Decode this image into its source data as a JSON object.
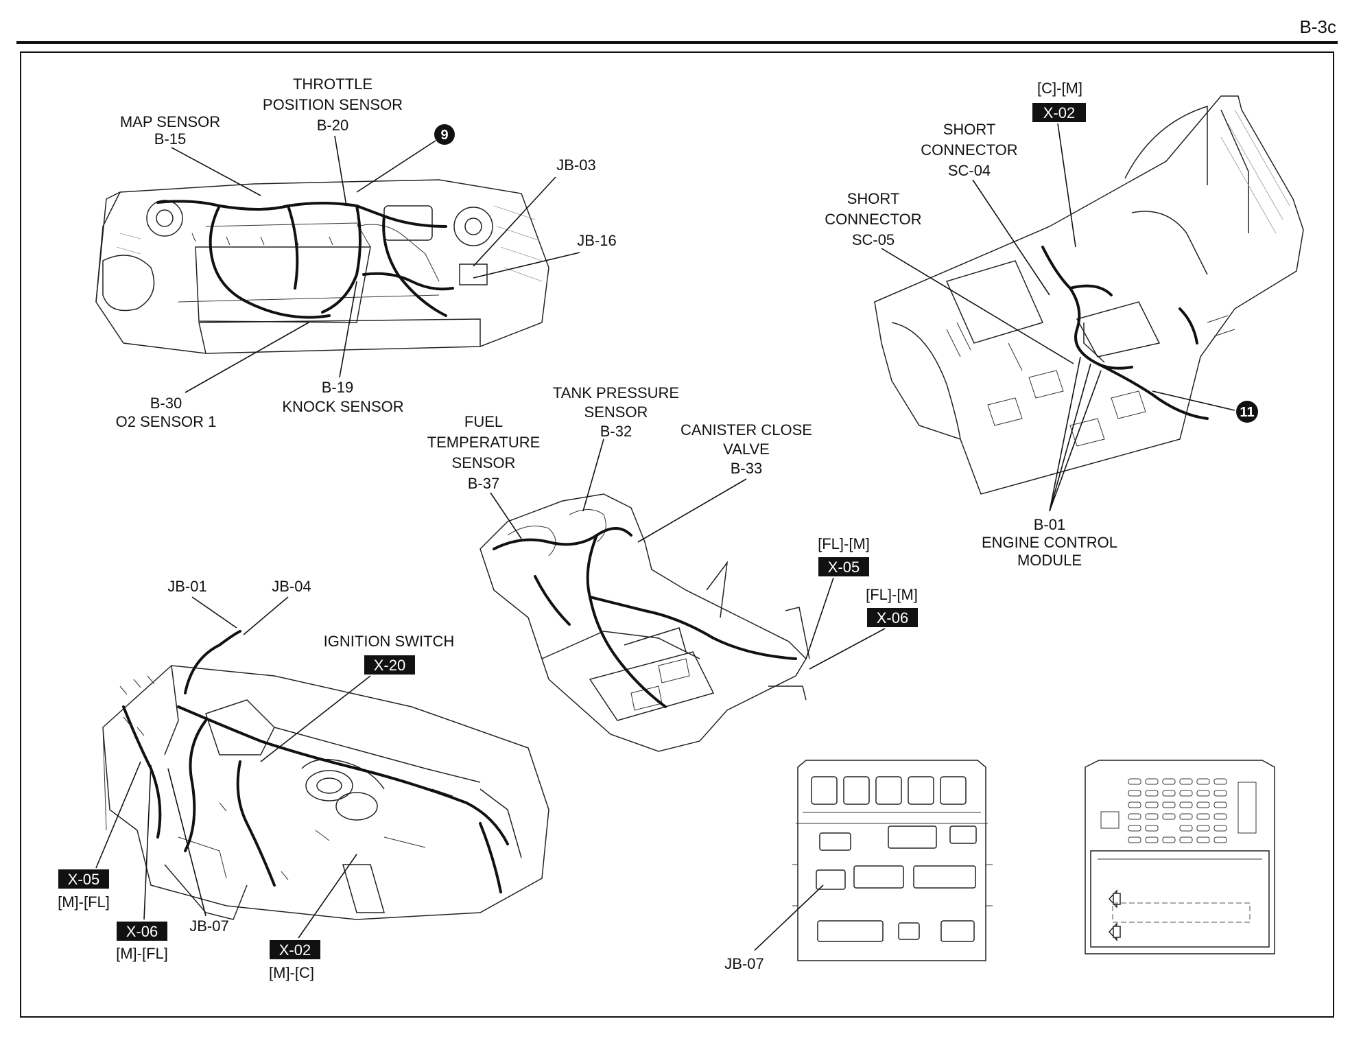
{
  "page": {
    "number": "B-3c"
  },
  "engine_bay": {
    "labels": [
      {
        "text": "THROTTLE"
      },
      {
        "text": "POSITION SENSOR"
      },
      {
        "text": "B-20"
      },
      {
        "text": "MAP SENSOR"
      },
      {
        "text": "B-15"
      },
      {
        "text": "JB-03"
      },
      {
        "text": "JB-16"
      },
      {
        "text": "B-19"
      },
      {
        "text": "KNOCK SENSOR"
      },
      {
        "text": "B-30"
      },
      {
        "text": "O2 SENSOR 1"
      }
    ],
    "ground_marker": "9"
  },
  "ecm_area": {
    "labels": [
      {
        "text": "[C]-[M]"
      },
      {
        "text": "SHORT"
      },
      {
        "text": "CONNECTOR"
      },
      {
        "text": "SC-04"
      },
      {
        "text": "SHORT"
      },
      {
        "text": "CONNECTOR"
      },
      {
        "text": "SC-05"
      },
      {
        "text": "B-01"
      },
      {
        "text": "ENGINE CONTROL"
      },
      {
        "text": "MODULE"
      }
    ],
    "connector_box": "X-02",
    "ground_marker": "11"
  },
  "floor_harness": {
    "labels": [
      {
        "text": "TANK PRESSURE"
      },
      {
        "text": "SENSOR"
      },
      {
        "text": "B-32"
      },
      {
        "text": "FUEL"
      },
      {
        "text": "TEMPERATURE"
      },
      {
        "text": "SENSOR"
      },
      {
        "text": "B-37"
      },
      {
        "text": "CANISTER CLOSE"
      },
      {
        "text": "VALVE"
      },
      {
        "text": "B-33"
      },
      {
        "text": "[FL]-[M]"
      },
      {
        "text": "[FL]-[M]"
      }
    ],
    "connector_boxes": [
      "X-05",
      "X-06"
    ]
  },
  "dashboard": {
    "labels": [
      {
        "text": "JB-01"
      },
      {
        "text": "JB-04"
      },
      {
        "text": "IGNITION SWITCH"
      },
      {
        "text": "[M]-[FL]"
      },
      {
        "text": "[M]-[FL]"
      },
      {
        "text": "JB-07"
      },
      {
        "text": "[M]-[C]"
      }
    ],
    "connector_boxes": [
      "X-20",
      "X-05",
      "X-06",
      "X-02"
    ]
  },
  "junction_block": {
    "label": "JB-07"
  }
}
